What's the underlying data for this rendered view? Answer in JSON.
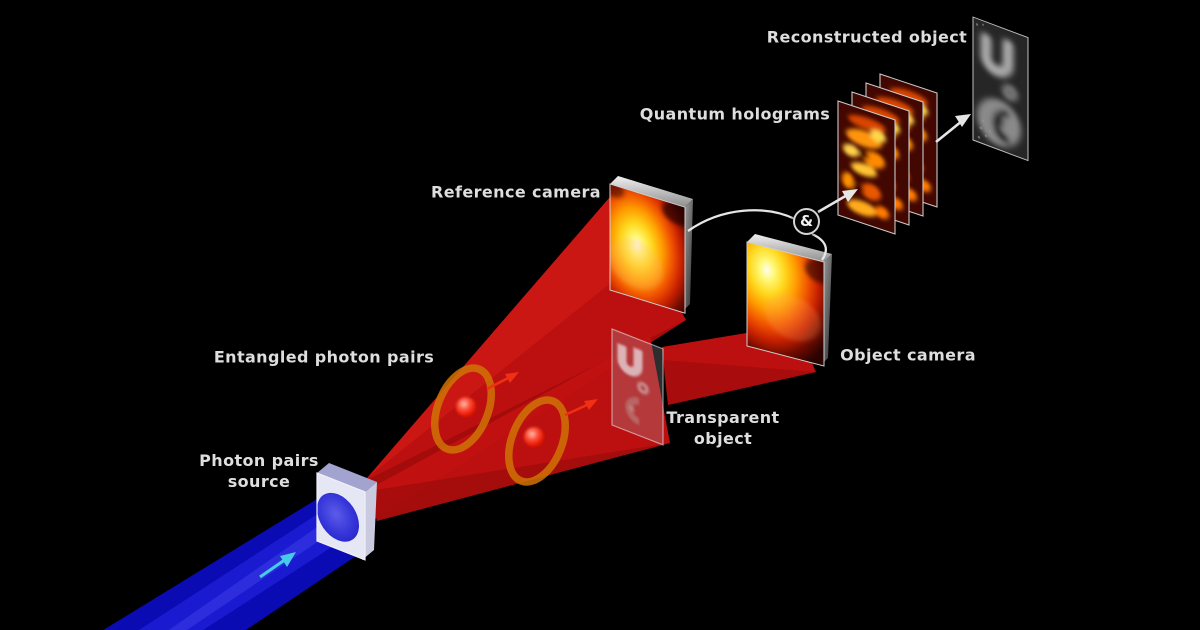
{
  "diagram": {
    "labels": {
      "photon_source_line1": "Photon pairs",
      "photon_source_line2": "source",
      "entangled_pairs": "Entangled photon pairs",
      "reference_camera": "Reference camera",
      "transparent_object_line1": "Transparent",
      "transparent_object_line2": "object",
      "object_camera": "Object camera",
      "quantum_holograms": "Quantum holograms",
      "reconstructed_object": "Reconstructed object",
      "combine_operator": "&"
    },
    "colors": {
      "background": "#000000",
      "pump_beam_blue": "#1414c8",
      "photon_beam_red": "#c11110",
      "entanglement_loop_orange": "#cf7306",
      "photon_dot_red": "#ff3a24",
      "camera_hotspot_yellow": "#ffd81e",
      "hologram_orange": "#ff9410",
      "source_crystal": "#e6e7f5",
      "source_window_blue": "#3636d8",
      "label_text": "#dedede",
      "connector_white": "#e6e6e6"
    },
    "icons": [
      {
        "name": "pump-direction-arrow",
        "shape": "arrow",
        "color": "#46cce8"
      },
      {
        "name": "photon-direction-arrow",
        "shape": "arrow",
        "color": "#ef3014"
      },
      {
        "name": "combine-to-holograms-arrow",
        "shape": "arrow",
        "color": "#e6e6e6"
      },
      {
        "name": "holograms-to-reconstruction-arrow",
        "shape": "arrow",
        "color": "#e6e6e6"
      },
      {
        "name": "combine-operator-badge",
        "shape": "circle",
        "color": "#d6d6d6"
      }
    ]
  }
}
